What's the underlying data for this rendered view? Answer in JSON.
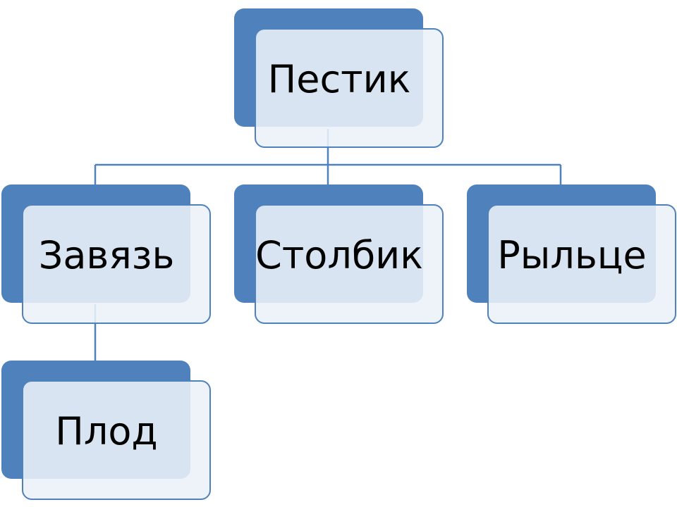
{
  "diagram": {
    "root": {
      "label": "Пестик"
    },
    "children": [
      {
        "label": "Завязь",
        "children": [
          {
            "label": "Плод"
          }
        ]
      },
      {
        "label": "Столбик"
      },
      {
        "label": "Рыльце"
      }
    ]
  },
  "colors": {
    "node_fill": "#4f81bd",
    "node_front_fill": "#ecf1f8",
    "connector": "#4f81bd",
    "text": "#000000"
  }
}
